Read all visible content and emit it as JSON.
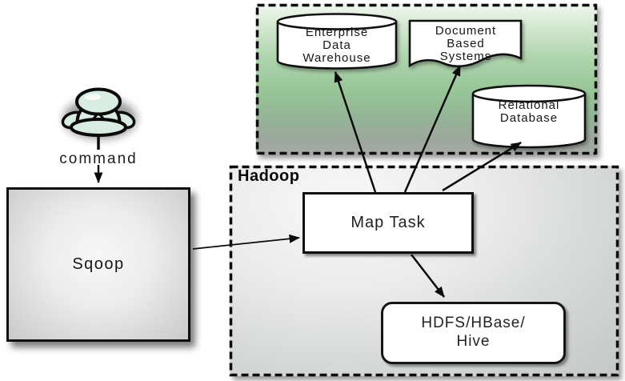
{
  "actor": {
    "icon": "user-icon",
    "label": "command"
  },
  "sqoop": {
    "label": "Sqoop"
  },
  "hadoop": {
    "title": "Hadoop",
    "map_task": {
      "label": "Map Task"
    },
    "storage": {
      "label": "HDFS/HBase/\nHive"
    }
  },
  "external_systems": {
    "edw": {
      "icon": "database-cylinder-icon",
      "label": "Enterprise\nData\nWarehouse"
    },
    "document_based": {
      "icon": "document-icon",
      "label": "Document\nBased\nSystems"
    },
    "relational": {
      "icon": "database-cylinder-icon",
      "label": "Relational\nDatabase"
    }
  },
  "colors": {
    "zone_green": "#97c597",
    "zone_gray": "#c7cbc9",
    "node_fill": "#ffffff",
    "outline": "#111111",
    "actor_fill": "#d9ece1"
  }
}
